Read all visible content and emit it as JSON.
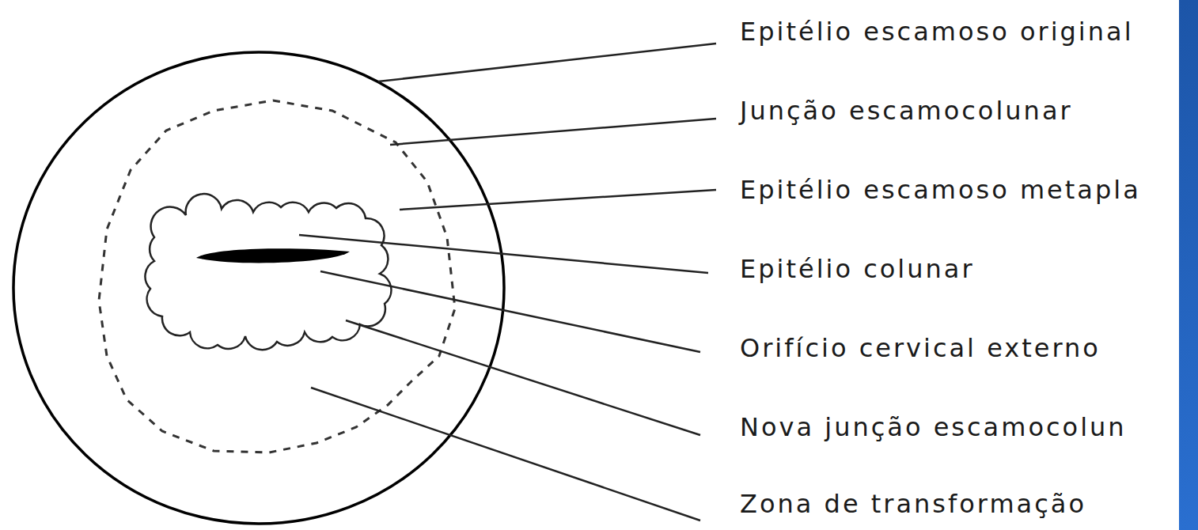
{
  "diagram": {
    "labels": [
      "Epitélio escamoso original",
      "Junção escamocolunar",
      "Epitélio escamoso metapla",
      "Epitélio colunar",
      "Orifício cervical externo",
      "Nova junção escamocolun",
      "Zona de transformação"
    ]
  }
}
